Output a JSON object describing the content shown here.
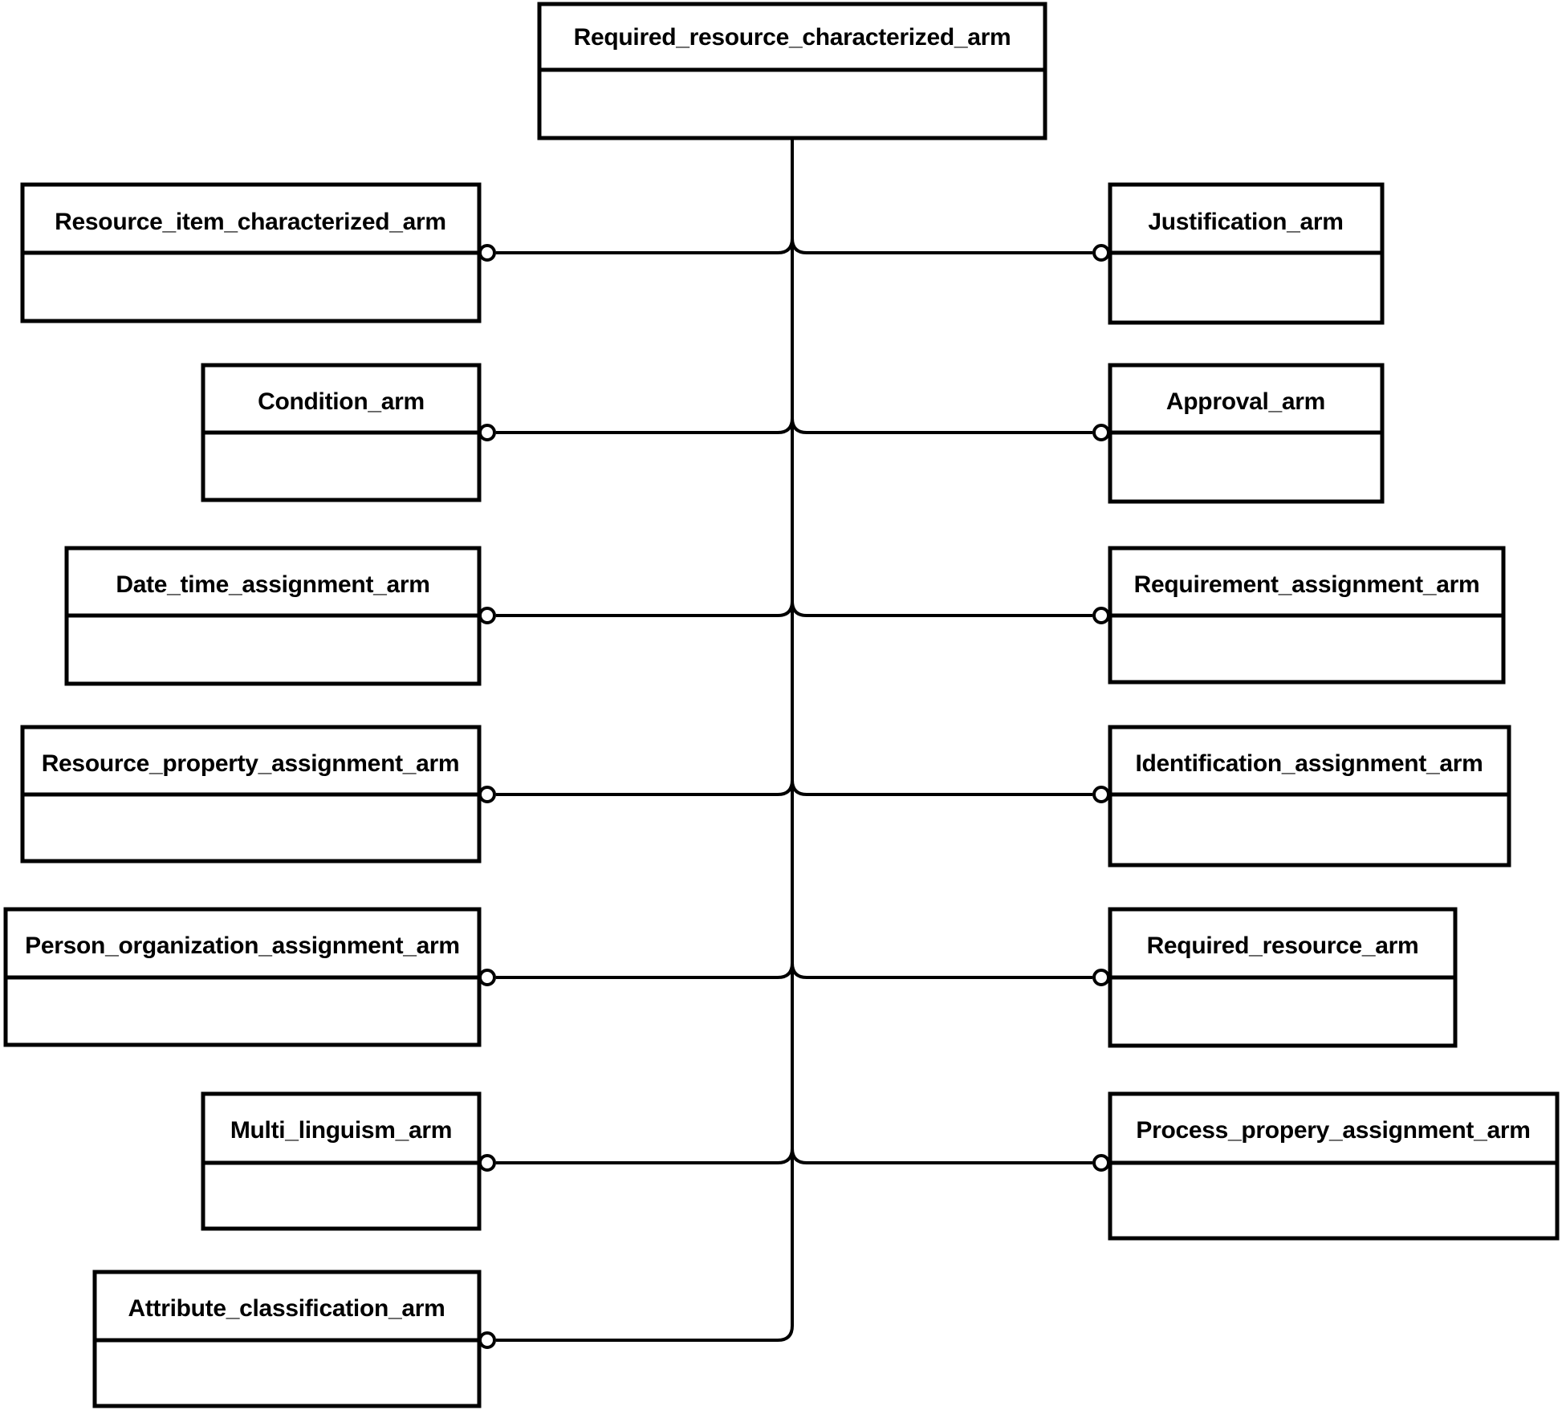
{
  "diagram": {
    "type": "schema-dependency-diagram",
    "colors": {
      "line": "#000000",
      "background": "#ffffff",
      "box_fill": "#ffffff"
    },
    "root": {
      "label": "Required_resource_characterized_arm"
    },
    "left_nodes": [
      {
        "label": "Resource_item_characterized_arm"
      },
      {
        "label": "Condition_arm"
      },
      {
        "label": "Date_time_assignment_arm"
      },
      {
        "label": "Resource_property_assignment_arm"
      },
      {
        "label": "Person_organization_assignment_arm"
      },
      {
        "label": "Multi_linguism_arm"
      },
      {
        "label": "Attribute_classification_arm"
      }
    ],
    "right_nodes": [
      {
        "label": "Justification_arm"
      },
      {
        "label": "Approval_arm"
      },
      {
        "label": "Requirement_assignment_arm"
      },
      {
        "label": "Identification_assignment_arm"
      },
      {
        "label": "Required_resource_arm"
      },
      {
        "label": "Process_propery_assignment_arm"
      }
    ]
  }
}
